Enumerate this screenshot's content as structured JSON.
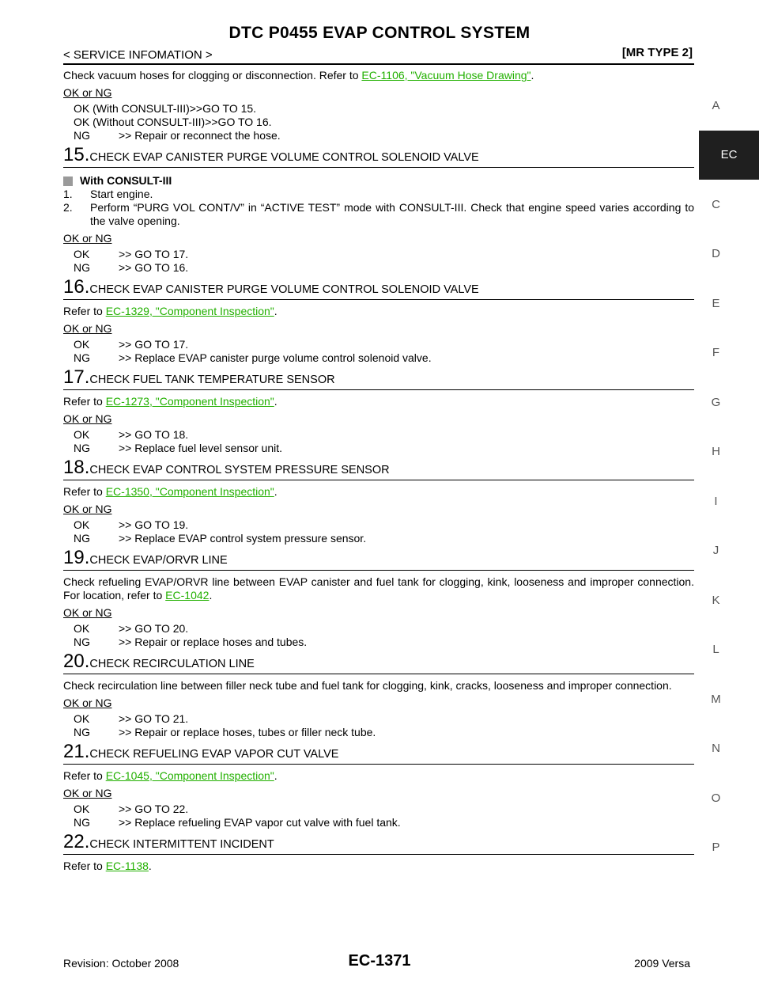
{
  "header": {
    "title": "DTC P0455 EVAP CONTROL SYSTEM",
    "section": "< SERVICE INFOMATION >",
    "model": "[MR TYPE 2]"
  },
  "intro": {
    "text_before": "Check vacuum hoses for clogging or disconnection. Refer to ",
    "link": "EC-1106, \"Vacuum Hose Drawing\"",
    "text_after": ".",
    "ok_ng": "OK or NG",
    "r1k": "OK (With CONSULT-III)>>GO TO 15.",
    "r2k": "OK (Without CONSULT-III)>>GO TO 16.",
    "r3k": "NG",
    "r3v": ">> Repair or reconnect the hose."
  },
  "s15": {
    "num": "15.",
    "title": "CHECK EVAP CANISTER PURGE VOLUME CONTROL SOLENOID VALVE",
    "with_label": "With CONSULT-III",
    "i1n": "1.",
    "i1t": "Start engine.",
    "i2n": "2.",
    "i2t": "Perform “PURG VOL CONT/V” in “ACTIVE TEST” mode with CONSULT-III. Check that engine speed varies according to the valve opening.",
    "ok_ng": "OK or NG",
    "r1k": "OK",
    "r1v": ">> GO TO 17.",
    "r2k": "NG",
    "r2v": ">> GO TO 16."
  },
  "s16": {
    "num": "16.",
    "title": "CHECK EVAP CANISTER PURGE VOLUME CONTROL SOLENOID VALVE",
    "text_before": "Refer to ",
    "link": "EC-1329, \"Component Inspection\"",
    "text_after": ".",
    "ok_ng": "OK or NG",
    "r1k": "OK",
    "r1v": ">> GO TO 17.",
    "r2k": "NG",
    "r2v": ">> Replace EVAP canister purge volume control solenoid valve."
  },
  "s17": {
    "num": "17.",
    "title": "CHECK FUEL TANK TEMPERATURE SENSOR",
    "text_before": "Refer to ",
    "link": "EC-1273, \"Component Inspection\"",
    "text_after": ".",
    "ok_ng": "OK or NG",
    "r1k": "OK",
    "r1v": ">> GO TO 18.",
    "r2k": "NG",
    "r2v": ">> Replace fuel level sensor unit."
  },
  "s18": {
    "num": "18.",
    "title": "CHECK EVAP CONTROL SYSTEM PRESSURE SENSOR",
    "text_before": "Refer to ",
    "link": "EC-1350, \"Component Inspection\"",
    "text_after": ".",
    "ok_ng": "OK or NG",
    "r1k": "OK",
    "r1v": ">> GO TO 19.",
    "r2k": "NG",
    "r2v": ">> Replace EVAP control system pressure sensor."
  },
  "s19": {
    "num": "19.",
    "title": "CHECK EVAP/ORVR LINE",
    "text_before": "Check refueling EVAP/ORVR line between EVAP canister and fuel tank for clogging, kink, looseness and improper connection. For location, refer to ",
    "link": "EC-1042",
    "text_after": ".",
    "ok_ng": "OK or NG",
    "r1k": "OK",
    "r1v": ">> GO TO 20.",
    "r2k": "NG",
    "r2v": ">> Repair or replace hoses and tubes."
  },
  "s20": {
    "num": "20.",
    "title": "CHECK RECIRCULATION LINE",
    "text": "Check recirculation line between filler neck tube and fuel tank for clogging, kink, cracks, looseness and improper connection.",
    "ok_ng": "OK or NG",
    "r1k": "OK",
    "r1v": ">> GO TO 21.",
    "r2k": "NG",
    "r2v": ">> Repair or replace hoses, tubes or filler neck tube."
  },
  "s21": {
    "num": "21.",
    "title": "CHECK REFUELING EVAP VAPOR CUT VALVE",
    "text_before": "Refer to ",
    "link": "EC-1045, \"Component Inspection\"",
    "text_after": ".",
    "ok_ng": "OK or NG",
    "r1k": "OK",
    "r1v": ">> GO TO 22.",
    "r2k": "NG",
    "r2v": ">> Replace refueling EVAP vapor cut valve with fuel tank."
  },
  "s22": {
    "num": "22.",
    "title": "CHECK INTERMITTENT INCIDENT",
    "text_before": "Refer to ",
    "link": "EC-1138",
    "text_after": "."
  },
  "side_index": {
    "a": "A",
    "ec": "EC",
    "c": "C",
    "d": "D",
    "e": "E",
    "f": "F",
    "g": "G",
    "h": "H",
    "i": "I",
    "j": "J",
    "k": "K",
    "l": "L",
    "m": "M",
    "n": "N",
    "o": "O",
    "p": "P"
  },
  "footer": {
    "revision": "Revision: October 2008",
    "page": "EC-1371",
    "model_year": "2009 Versa"
  }
}
